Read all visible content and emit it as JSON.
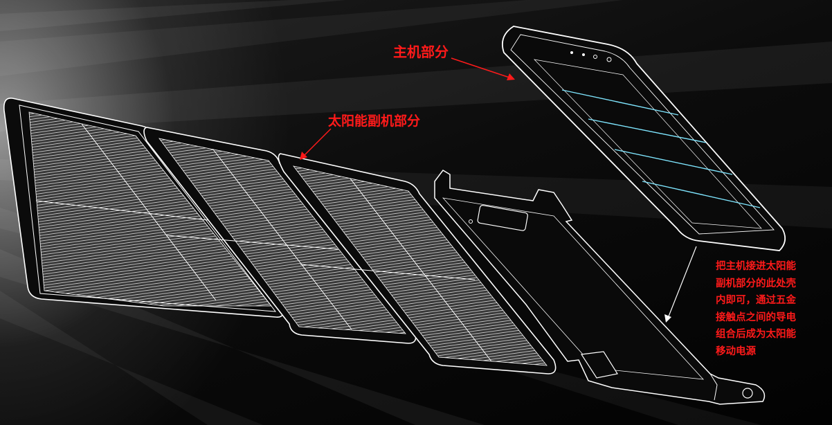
{
  "labels": {
    "main_unit": "主机部分",
    "solar_unit": "太阳能副机部分"
  },
  "note": {
    "lines": [
      "把主机接进太阳能",
      "副机部分的此处壳",
      "内即可，通过五金",
      "接触点之间的导电",
      "组合后成为太阳能",
      "移动电源"
    ]
  },
  "colors": {
    "background": "#050505",
    "line_art": "#ffffff",
    "annotation": "#ff1a1a",
    "accent_stripe": "#7fe6ff"
  }
}
